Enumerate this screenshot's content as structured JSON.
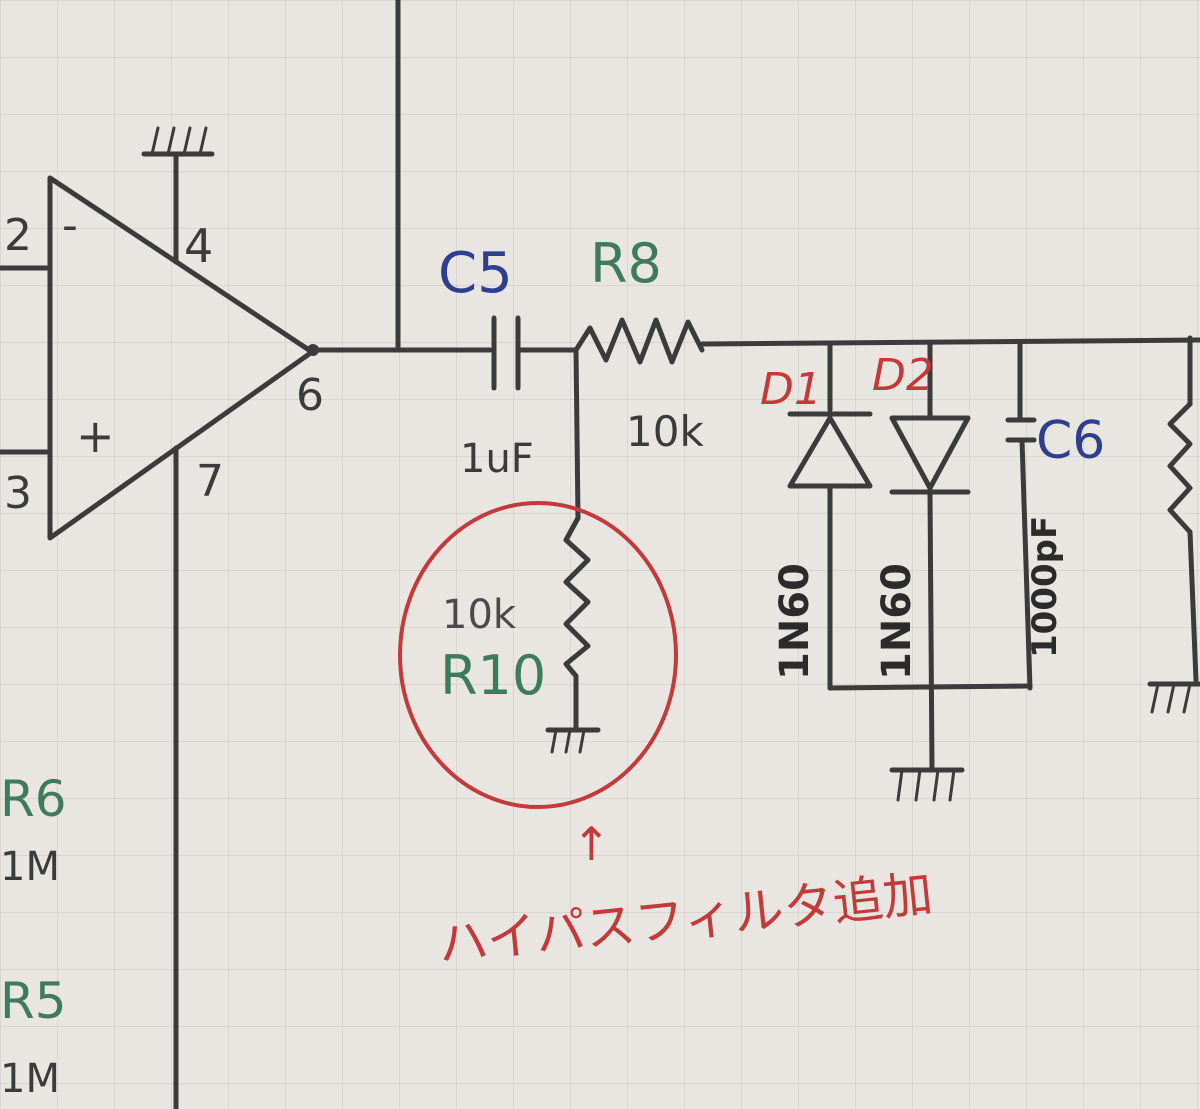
{
  "colors": {
    "paper": "#e9e6e1",
    "grid": "#c9c4bd",
    "pencil": "#3b3b3b",
    "blue": "#2e3f8e",
    "green": "#3f7a5f",
    "red": "#c23a3a"
  },
  "opamp": {
    "pin_inv": "2",
    "pin_noninv": "3",
    "pin_v": "4",
    "pin_out": "6",
    "pin_7": "7",
    "minus_sign": "-",
    "plus_sign": "+"
  },
  "components": {
    "c5": {
      "ref": "C5",
      "value": "1uF"
    },
    "r8": {
      "ref": "R8",
      "value": "10k"
    },
    "r10": {
      "ref": "R10",
      "value": "10k"
    },
    "d1": {
      "ref": "D1",
      "value": "1N60"
    },
    "d2": {
      "ref": "D2",
      "value": "1N60"
    },
    "c6": {
      "ref": "C6",
      "value": "1000pF"
    },
    "r6": {
      "ref": "R6",
      "value": "1M"
    },
    "r5": {
      "ref": "R5",
      "value": "1M"
    }
  },
  "annotation": {
    "arrow": "↑",
    "note": "ハイパスフィルタ追加"
  }
}
